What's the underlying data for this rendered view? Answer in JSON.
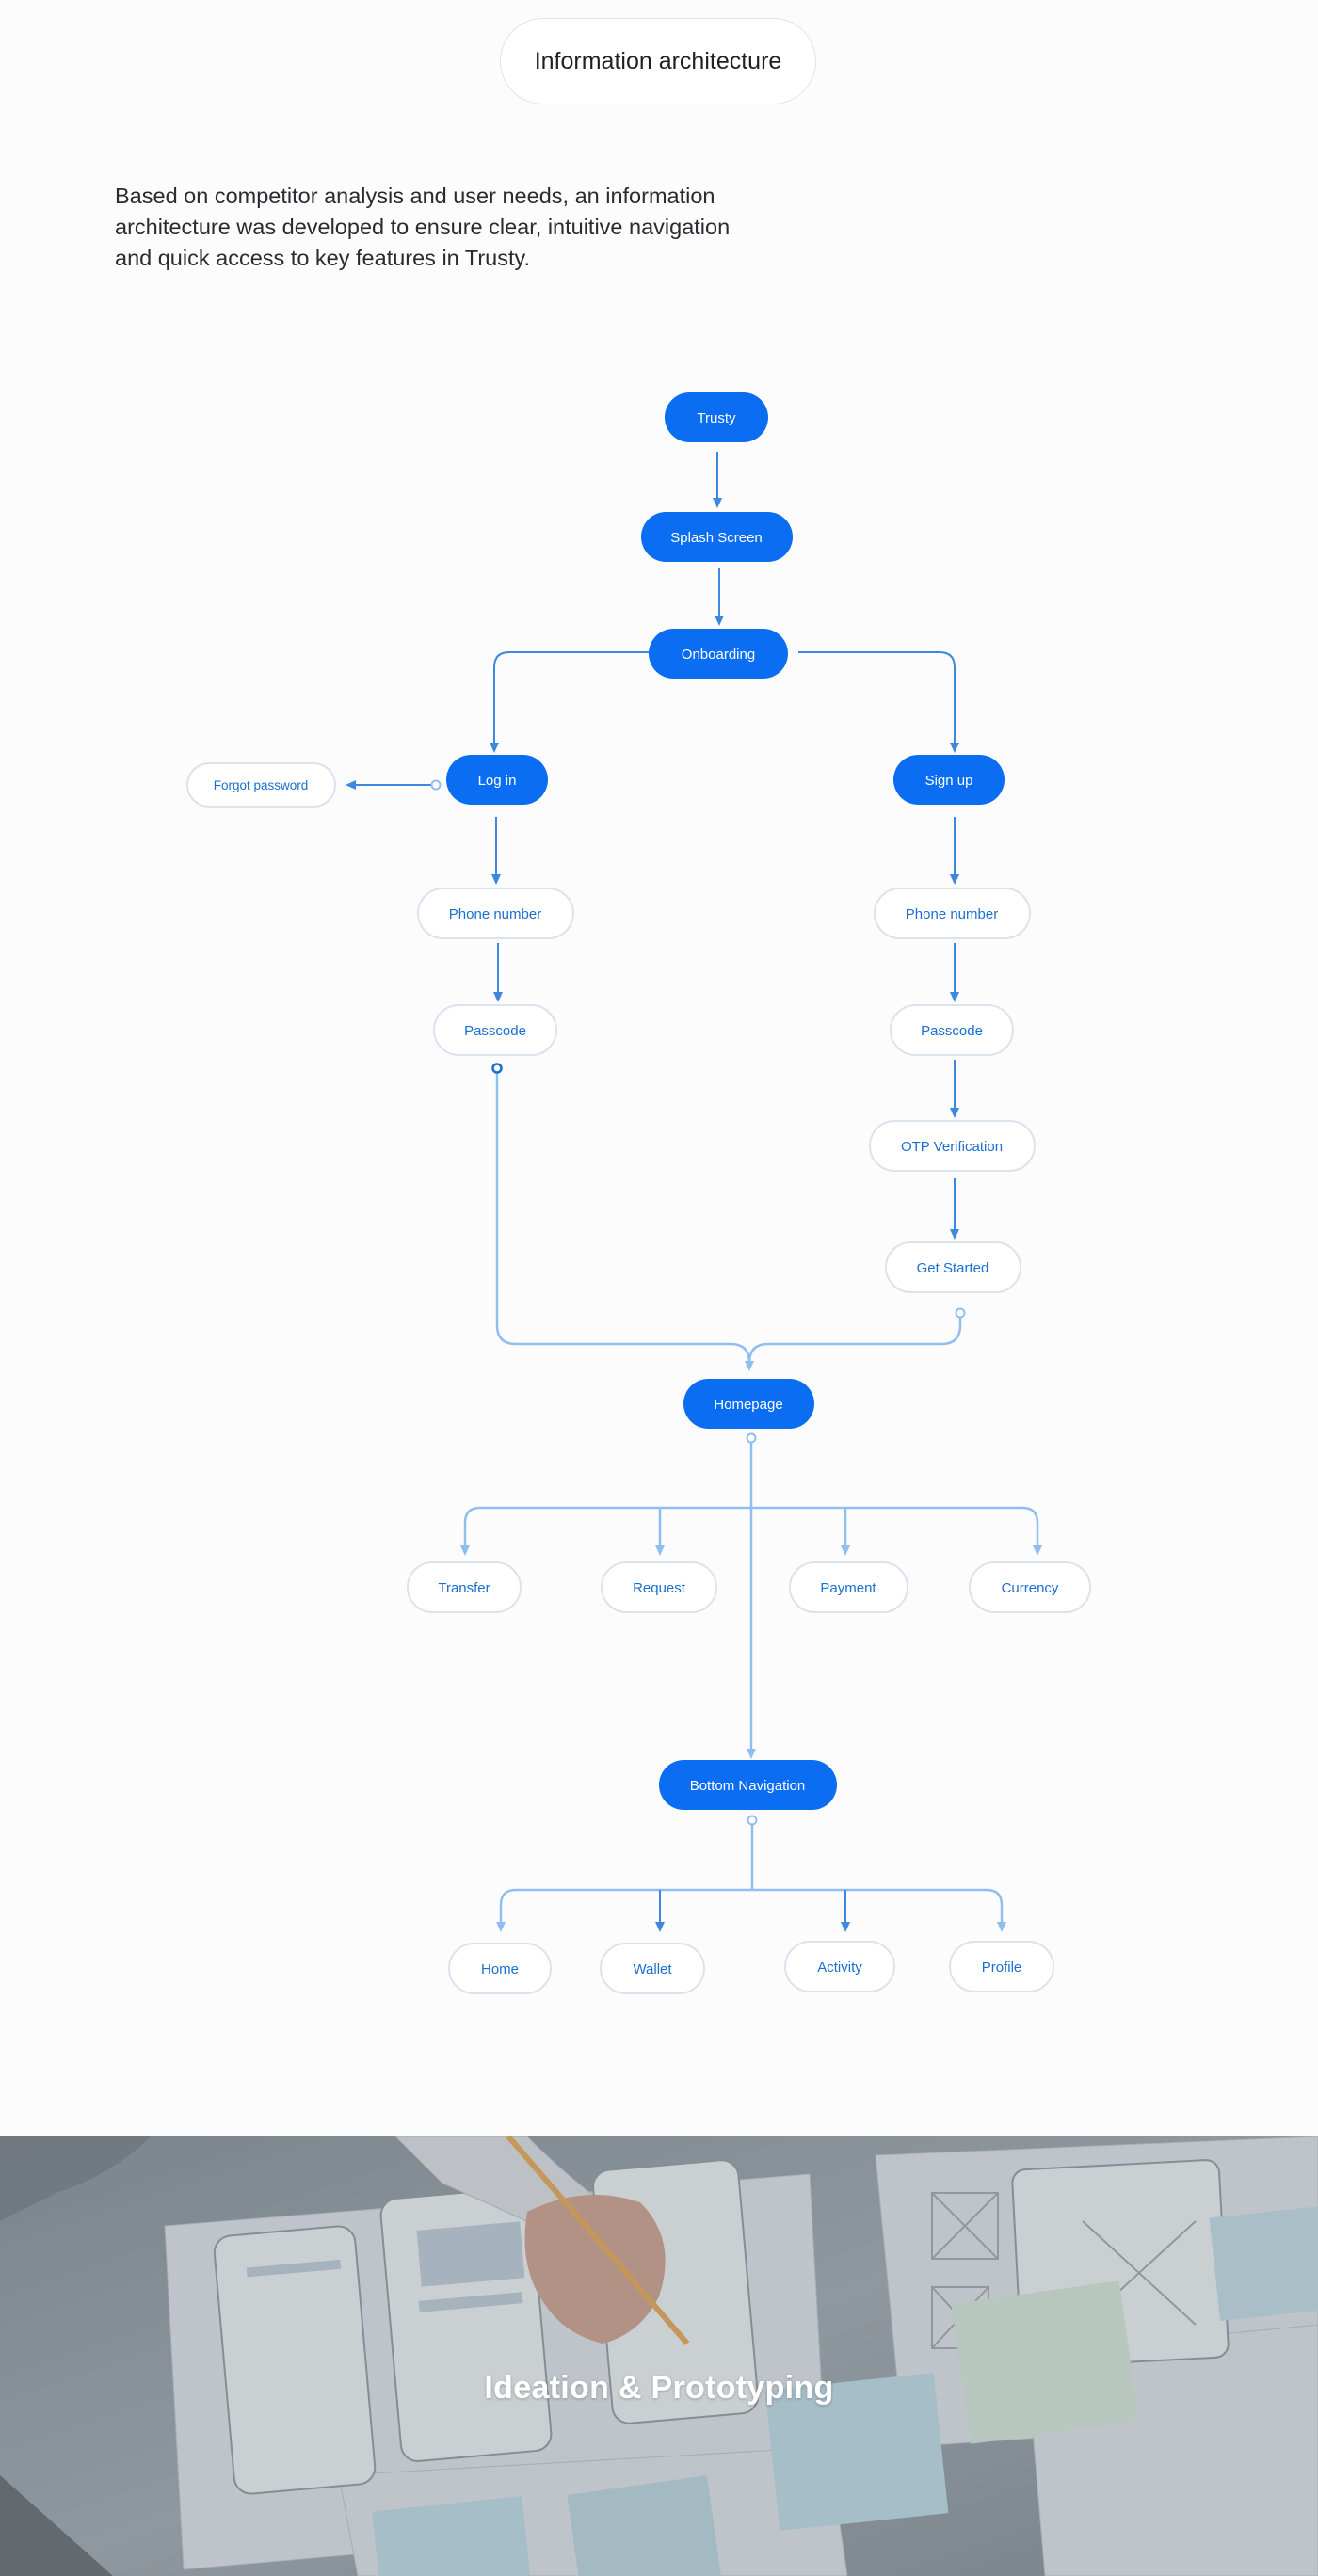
{
  "header": {
    "title": "Information architecture",
    "intro": "Based on competitor analysis and user needs, an information architecture was developed to ensure clear, intuitive navigation and quick access to key features in Trusty."
  },
  "colors": {
    "primary": "#0a6df2",
    "edge": "#3e87df",
    "edge_light": "#8fbff0",
    "outline_text": "#1a6fd0"
  },
  "diagram": {
    "nodes": {
      "trusty": "Trusty",
      "splash": "Splash Screen",
      "onboarding": "Onboarding",
      "login": "Log in",
      "signup": "Sign up",
      "forgot": "Forgot password",
      "login_phone": "Phone number",
      "login_pass": "Passcode",
      "signup_phone": "Phone number",
      "signup_pass": "Passcode",
      "otp": "OTP Verification",
      "started": "Get Started",
      "homepage": "Homepage",
      "transfer": "Transfer",
      "request": "Request",
      "payment": "Payment",
      "currency": "Currency",
      "bottom_nav": "Bottom Navigation",
      "home": "Home",
      "wallet": "Wallet",
      "activity": "Activity",
      "profile": "Profile"
    }
  },
  "banner": {
    "title": "Ideation & Prototyping"
  }
}
